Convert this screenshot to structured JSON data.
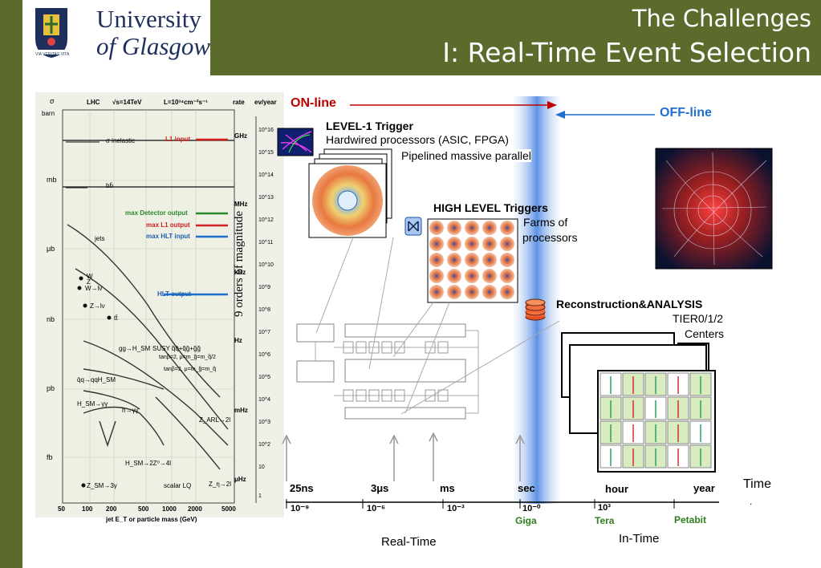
{
  "header": {
    "title_line1": "The Challenges",
    "title_line2": "I: Real-Time Event Selection",
    "logo_text_line1": "University",
    "logo_text_line2": "of Glasgow",
    "logo_motto": "VIA VERITAS VITA"
  },
  "lhc_plot": {
    "top_labels": [
      "σ",
      "LHC",
      "√s=14TeV",
      "L=10³⁴cm⁻²s⁻¹",
      "rate",
      "ev/year"
    ],
    "unit_barn": "barn",
    "left_axis": [
      "mb",
      "μb",
      "nb",
      "pb",
      "fb"
    ],
    "rate_axis": [
      "GHz",
      "MHz",
      "kHz",
      "Hz",
      "mHz",
      "μHz"
    ],
    "process_labels": [
      "σ inelastic",
      "bb̄",
      "jets",
      "W",
      "Z",
      "W→lν",
      "Z→lν",
      "tt̄",
      "gg→H_SM",
      "SUSY q̃q̃+q̃g̃+g̃g̃",
      "tanβ=2, μ=m_g̃=m_q̃/2",
      "tanβ=2, μ=m_g̃=m_q̃",
      "q̄q→qqH_SM",
      "H_SM→γγ",
      "h→γγ",
      "Z_ARL→2l",
      "H_SM→2Z⁰→4l",
      "Z_SM→3γ",
      "scalar LQ",
      "Z_η→2l"
    ],
    "arrows": [
      "L1 input",
      "max Detector output",
      "max L1 output",
      "max HLT input",
      "HLT output"
    ],
    "x_ticks": [
      "50",
      "100",
      "200",
      "500",
      "1000",
      "2000",
      "5000"
    ],
    "xlabel": "jet E_T or particle mass (GeV)",
    "right_ticks": [
      "10^16",
      "10^15",
      "10^14",
      "10^13",
      "10^12",
      "10^11",
      "10^10",
      "10^9",
      "10^8",
      "10^7",
      "10^6",
      "10^5",
      "10^4",
      "10^3",
      "10^2",
      "10",
      "1"
    ],
    "magnitude_label": "9 orders of magnitude"
  },
  "timeline": {
    "online_label": "ON-line",
    "offline_label": "OFF-line",
    "level1_title": "LEVEL-1 Trigger",
    "level1_desc": "Hardwired processors  (ASIC, FPGA)",
    "level1_desc2": "Pipelined massive parallel",
    "hlt_title": "HIGH LEVEL Triggers",
    "hlt_desc1": "Farms of",
    "hlt_desc2": "processors",
    "reco_title": "Reconstruction&ANALYSIS",
    "reco_desc1": "TIER0/1/2",
    "reco_desc2": "Centers",
    "time_label": "Time",
    "time_marks": [
      "25ns",
      "3μs",
      "ms",
      "sec",
      "hour",
      "year"
    ],
    "powers": [
      "10⁻⁹",
      "10⁻⁶",
      "10⁻³",
      "10⁻⁰",
      "10³"
    ],
    "data_units": [
      "Giga",
      "Tera",
      "Petabit"
    ],
    "realtime_label": "Real-Time",
    "intime_label": "In-Time",
    "dot_label": "."
  },
  "colors": {
    "olive": "#5a6b2c",
    "online_red": "#c00000",
    "offline_blue": "#1f6fd0",
    "unit_green": "#2e7d1e"
  }
}
